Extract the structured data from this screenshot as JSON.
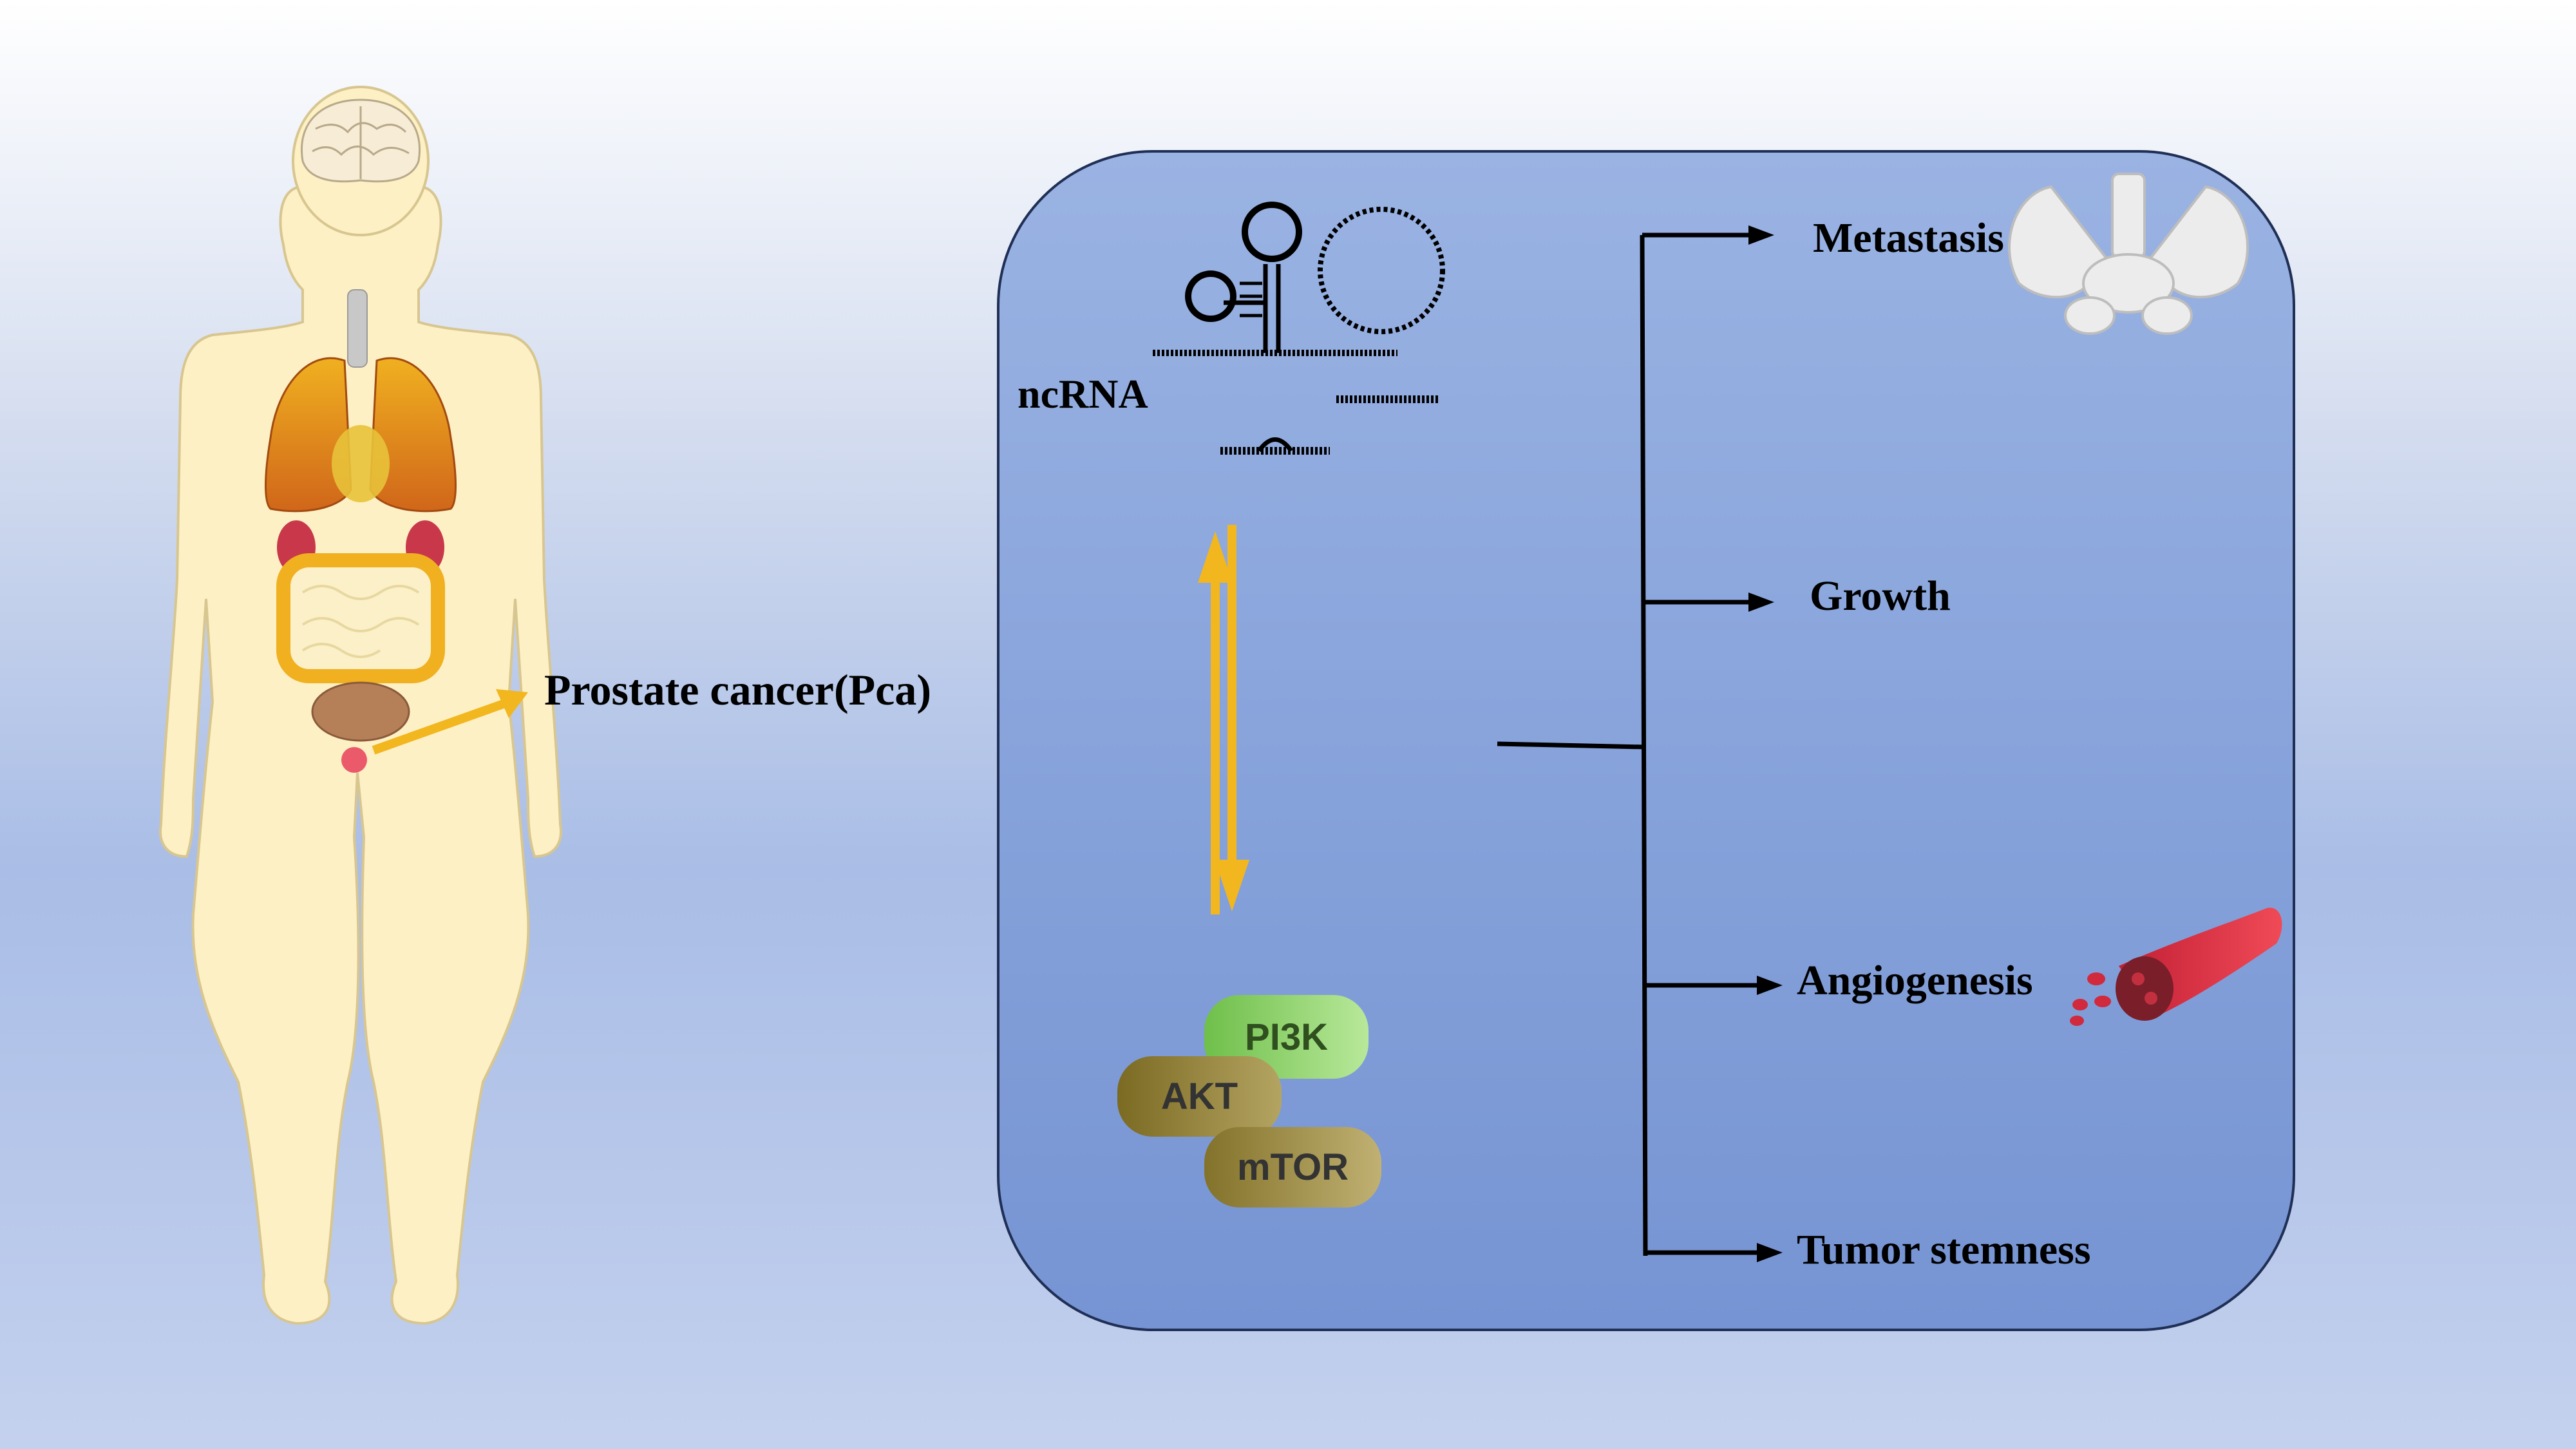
{
  "figure": {
    "human_label": "Prostate cancer(Pca)",
    "ncrna_label": "ncRNA",
    "pathway": [
      "PI3K",
      "AKT",
      "mTOR"
    ],
    "outcomes": [
      {
        "label": "Metastasis",
        "icon": "pelvis-bone-icon"
      },
      {
        "label": "Growth",
        "icon": null
      },
      {
        "label": "Angiogenesis",
        "icon": "blood-vessel-icon"
      },
      {
        "label": "Tumor stemness",
        "icon": null
      }
    ]
  },
  "colors": {
    "panel_fill": "#86a2da",
    "panel_stroke": "#1f2f55",
    "arrow_yellow": "#f2b61f",
    "body_skin": "#fdf0c4",
    "pi3k_green": "#8fcf6a",
    "akt_olive": "#8d7a2f",
    "mtor_olive": "#9b8a3a"
  }
}
